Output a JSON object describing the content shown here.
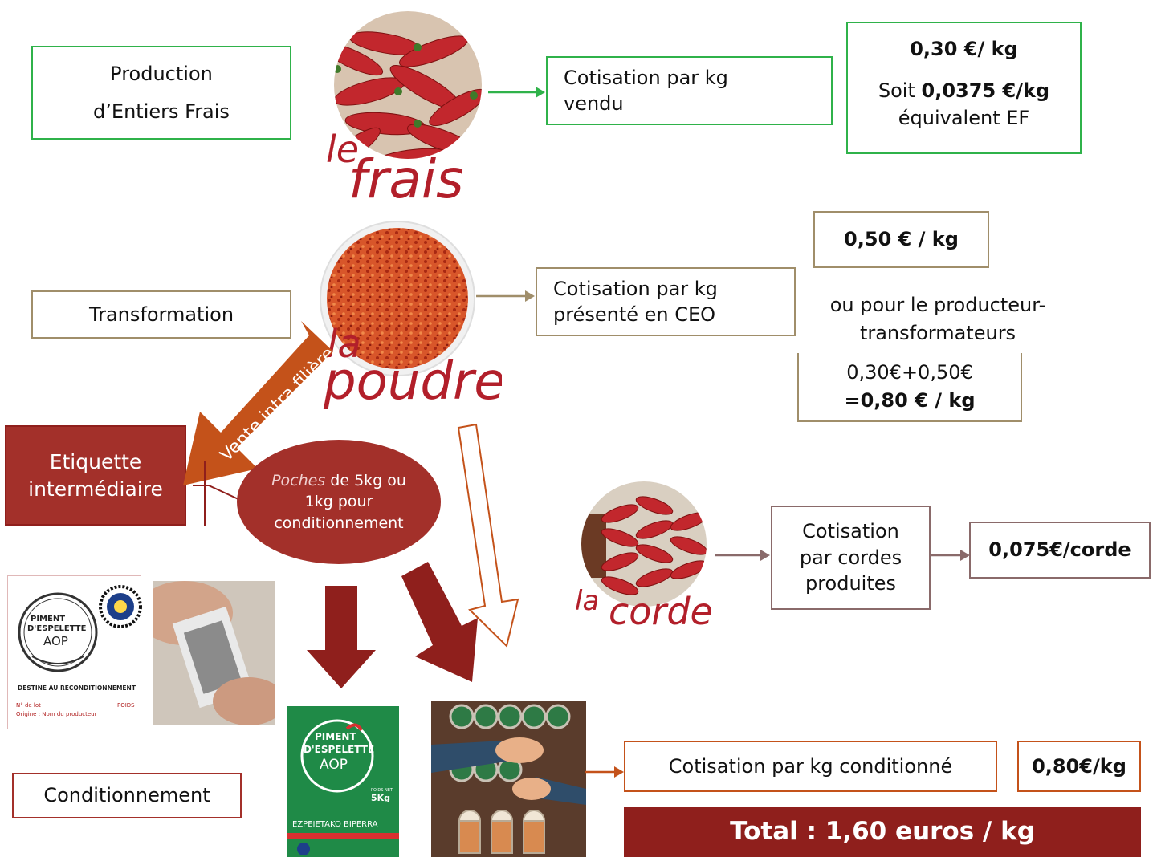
{
  "colors": {
    "green": "#2fb24a",
    "tan": "#a08e6a",
    "mauve": "#8a6a6a",
    "orange": "#c4521a",
    "dark_red": "#8f1f1c",
    "pepper_red": "#c2272d"
  },
  "frais": {
    "stage_label_line1": "Production",
    "stage_label_line2": "d’Entiers Frais",
    "logo_word_1": "le",
    "logo_word_2": "frais",
    "cotisation_label": "Cotisation par kg vendu",
    "rate_value": "0,30 €/ kg",
    "soit_prefix": "Soit",
    "soit_value": "0,0375 €/kg",
    "soit_suffix": "équivalent EF"
  },
  "poudre": {
    "stage_label": "Transformation",
    "logo_word_1": "la",
    "logo_word_2": "poudre",
    "cotisation_label": "Cotisation par kg présenté en CEO",
    "rate_value": "0,50 € / kg",
    "alt_text": "ou pour le producteur-transformateurs",
    "combined_sum": "0,30€+0,50€",
    "combined_eq": "=",
    "combined_total": "0,80 € / kg",
    "arrow_text": "Vente intra filière"
  },
  "intermediate": {
    "label": "Etiquette intermédiaire",
    "pouches_part1": "Poches",
    "pouches_part2": " de 5kg ou 1kg pour conditionnement"
  },
  "corde": {
    "logo_word_1": "la",
    "logo_word_2": "corde",
    "cotisation_label": "Cotisation par cordes produites",
    "rate_value": "0,075€/corde"
  },
  "conditionnement": {
    "stage_label": "Conditionnement",
    "cotisation_label": "Cotisation par kg conditionné",
    "rate_value": "0,80€/kg",
    "total": "Total : 1,60 euros / kg"
  },
  "label_card": {
    "seal_line1": "PIMENT",
    "seal_line2": "D'ESPELETTE",
    "seal_line3": "AOP",
    "footer_title": "DESTINE AU RECONDITIONNEMENT",
    "lot_label": "N° de lot",
    "weight_label": "POIDS",
    "origin_label": "Origine : Nom du producteur"
  },
  "bag": {
    "line1": "PIMENT",
    "line2": "D'ESPELETTE",
    "line3": "AOP",
    "weight_label": "POIDS NET",
    "weight": "5Kg",
    "basque_name": "EZPEIETAKO BIPERRA"
  }
}
